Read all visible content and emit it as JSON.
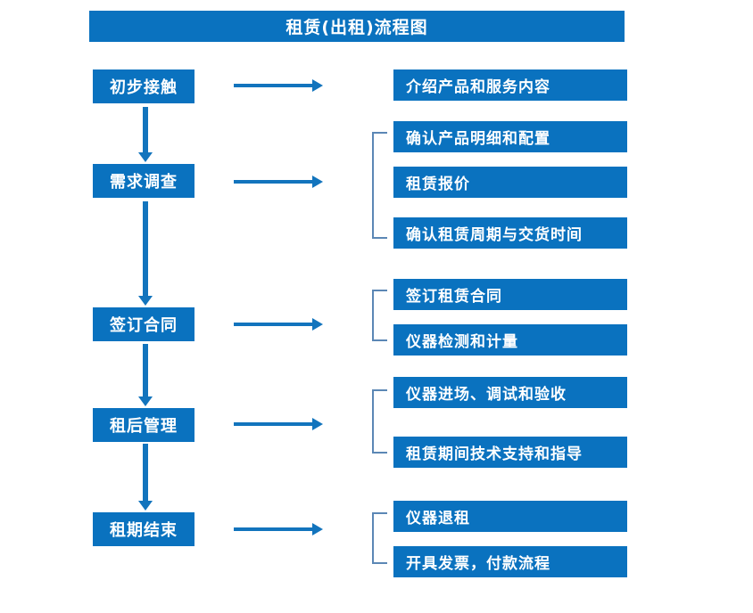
{
  "diagram": {
    "title": "租赁(出租)流程图",
    "accent_color": "#0a72bf",
    "arrow_color": "#1274bd",
    "bracket_color": "#5b87b5",
    "text_color": "#ffffff",
    "background_color": "#ffffff"
  },
  "stages": [
    {
      "label": "初步接触"
    },
    {
      "label": "需求调查"
    },
    {
      "label": "签订合同"
    },
    {
      "label": "租后管理"
    },
    {
      "label": "租期结束"
    }
  ],
  "details": [
    {
      "label": "介绍产品和服务内容"
    },
    {
      "label": "确认产品明细和配置"
    },
    {
      "label": "租赁报价"
    },
    {
      "label": "确认租赁周期与交货时间"
    },
    {
      "label": "签订租赁合同"
    },
    {
      "label": "仪器检测和计量"
    },
    {
      "label": "仪器进场、调试和验收"
    },
    {
      "label": "租赁期间技术支持和指导"
    },
    {
      "label": "仪器退租"
    },
    {
      "label": "开具发票，付款流程"
    }
  ]
}
